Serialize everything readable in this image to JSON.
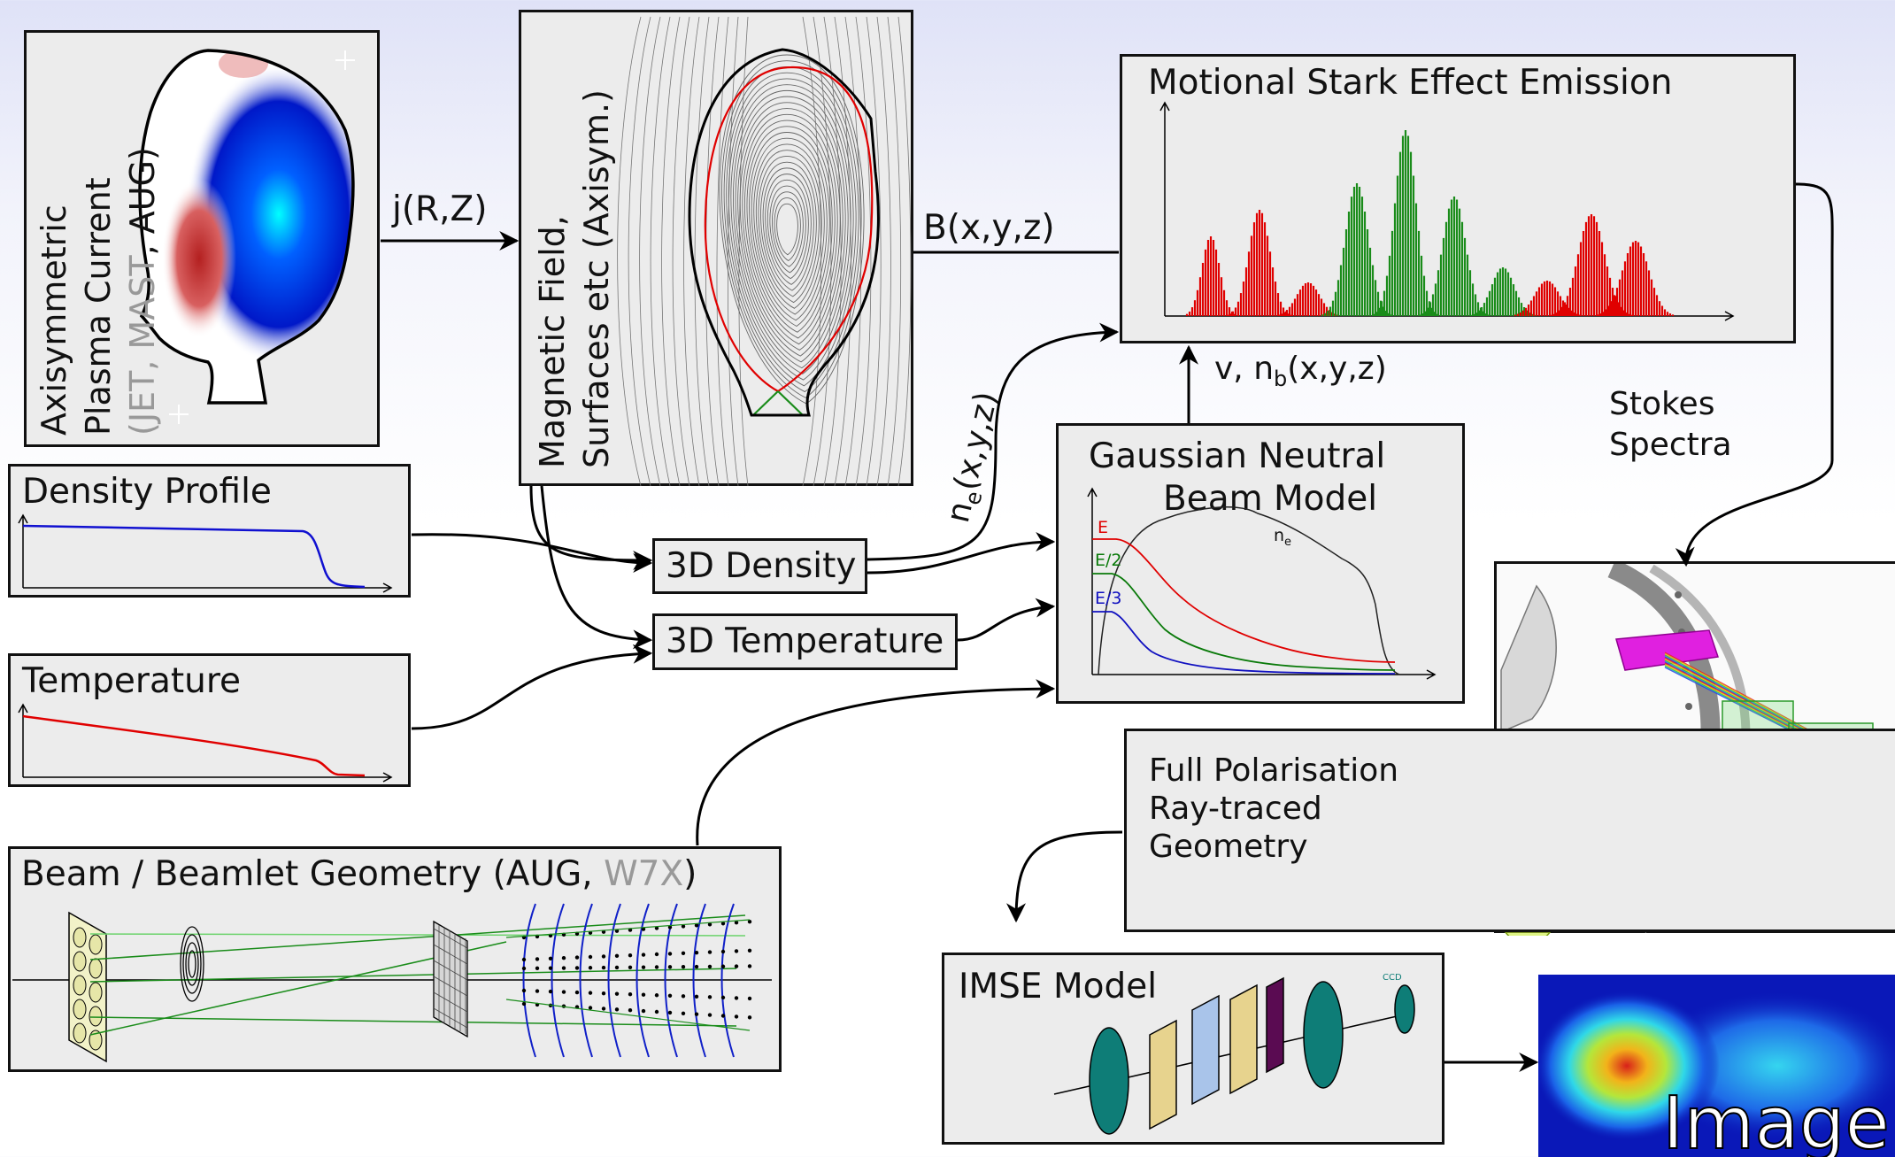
{
  "plasma_current": {
    "line1": "Axisymmetric",
    "line2": "Plasma Current",
    "machines_prefix": "(",
    "machine_jet": "JET",
    "machine_mast": "MAST",
    "machine_aug": "AUG",
    "machines_suffix": ")",
    "sep": ", "
  },
  "magnetic_field": {
    "line1": "Magnetic Field,",
    "line2": "Surfaces etc (Axisym.)"
  },
  "mse_emission": {
    "title": "Motional Stark Effect Emission"
  },
  "density_profile": {
    "title": "Density Profile"
  },
  "temperature": {
    "title": "Temperature"
  },
  "density_3d": {
    "label": "3D Density"
  },
  "temperature_3d": {
    "label": "3D Temperature"
  },
  "neutral_beam": {
    "title_line1": "Gaussian Neutral",
    "title_line2": "Beam Model",
    "curve_e": "E",
    "curve_e2": "E/2",
    "curve_e3": "E/3",
    "curve_ne": "n",
    "curve_ne_sub": "e"
  },
  "beam_geometry": {
    "title_main": "Beam / Beamlet Geometry (AUG, ",
    "title_w7x": "W7X",
    "title_end": ")"
  },
  "polarisation": {
    "line1": "Full Polarisation",
    "line2": "Ray-traced",
    "line3": "Geometry"
  },
  "imse_model": {
    "title": "IMSE Model",
    "ccd": "CCD"
  },
  "image": {
    "label": "Image"
  },
  "arrows": {
    "j": "j(R,Z)",
    "b": "B(x,y,z)",
    "ne_main": "n",
    "ne_sub": "e",
    "ne_rest": "(x,y,z)",
    "v_main": "v, n",
    "v_sub": "b",
    "v_rest": "(x,y,z)",
    "stokes_line1": "Stokes",
    "stokes_line2": "Spectra"
  },
  "colors": {
    "box_bg": "#ececec",
    "red": "#e00000",
    "green": "#1a8c1a",
    "blue": "#0000d0",
    "teal": "#0e7d77",
    "tan": "#e7d38e",
    "purple": "#5a0b52",
    "light_blue": "#a9c4ea"
  }
}
